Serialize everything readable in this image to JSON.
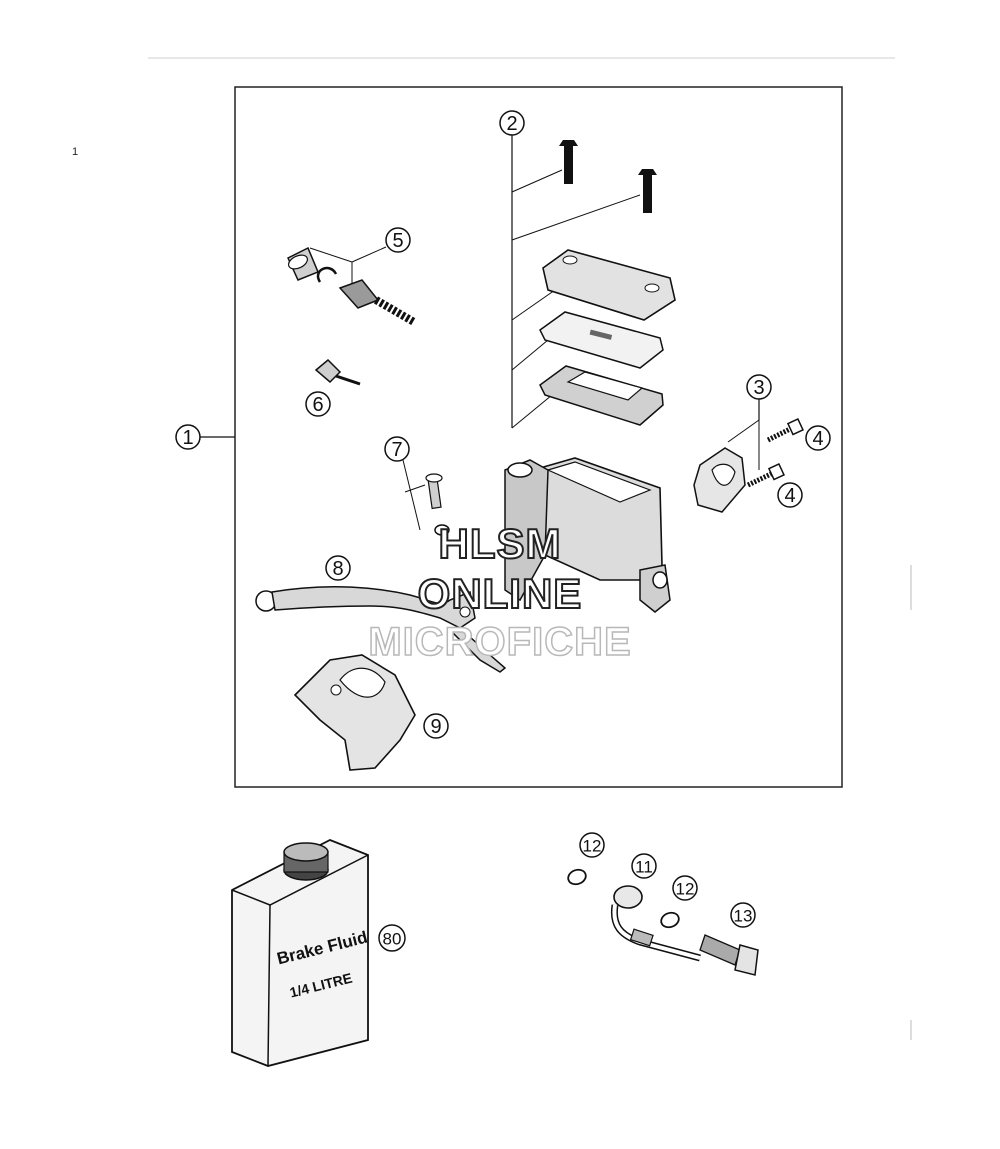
{
  "page": {
    "mark": "1"
  },
  "watermark": {
    "line1": "HLSM",
    "line2": "ONLINE",
    "line3": "MICROFICHE"
  },
  "callouts": {
    "c1": "1",
    "c2": "2",
    "c3": "3",
    "c4a": "4",
    "c4b": "4",
    "c5": "5",
    "c6": "6",
    "c7": "7",
    "c8": "8",
    "c9": "9",
    "c11": "11",
    "c12a": "12",
    "c12b": "12",
    "c13": "13",
    "c80": "80"
  },
  "bottle": {
    "line1": "Brake Fluid",
    "line2": "1/4 LITRE"
  },
  "colors": {
    "line": "#111111",
    "part_fill": "#d9d9d9",
    "part_dark": "#7a7a7a",
    "frame": "#222222"
  }
}
